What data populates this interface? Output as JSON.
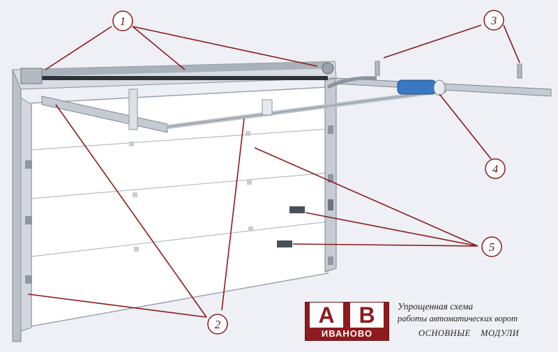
{
  "callouts": [
    {
      "number": "1"
    },
    {
      "number": "2"
    },
    {
      "number": "3"
    },
    {
      "number": "4"
    },
    {
      "number": "5"
    }
  ],
  "logo": {
    "letter1": "А",
    "letter2": "В",
    "city": "ИВАНОВО"
  },
  "caption": {
    "line1": "Упрощенная схема",
    "line2": "работы автоматических ворот",
    "line3": "ОСНОВНЫЕ    МОДУЛИ"
  },
  "colors": {
    "callout_line": "#8b1a1a",
    "logo_red": "#8e1b1d",
    "drive_blue": "#3a78c2"
  }
}
